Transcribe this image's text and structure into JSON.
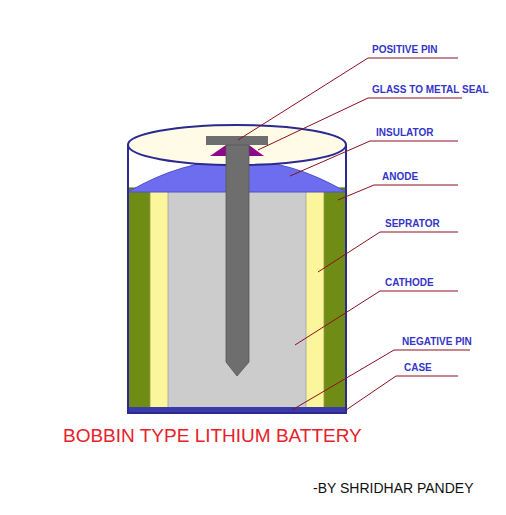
{
  "diagram": {
    "title": "BOBBIN TYPE LITHIUM BATTERY",
    "caption": "-BY SHRIDHAR PANDEY",
    "labels": [
      "POSITIVE PIN",
      "GLASS TO METAL SEAL",
      "INSULATOR",
      "ANODE",
      "SEPRATOR",
      "CATHODE",
      "NEGATIVE PIN",
      "CASE"
    ]
  }
}
